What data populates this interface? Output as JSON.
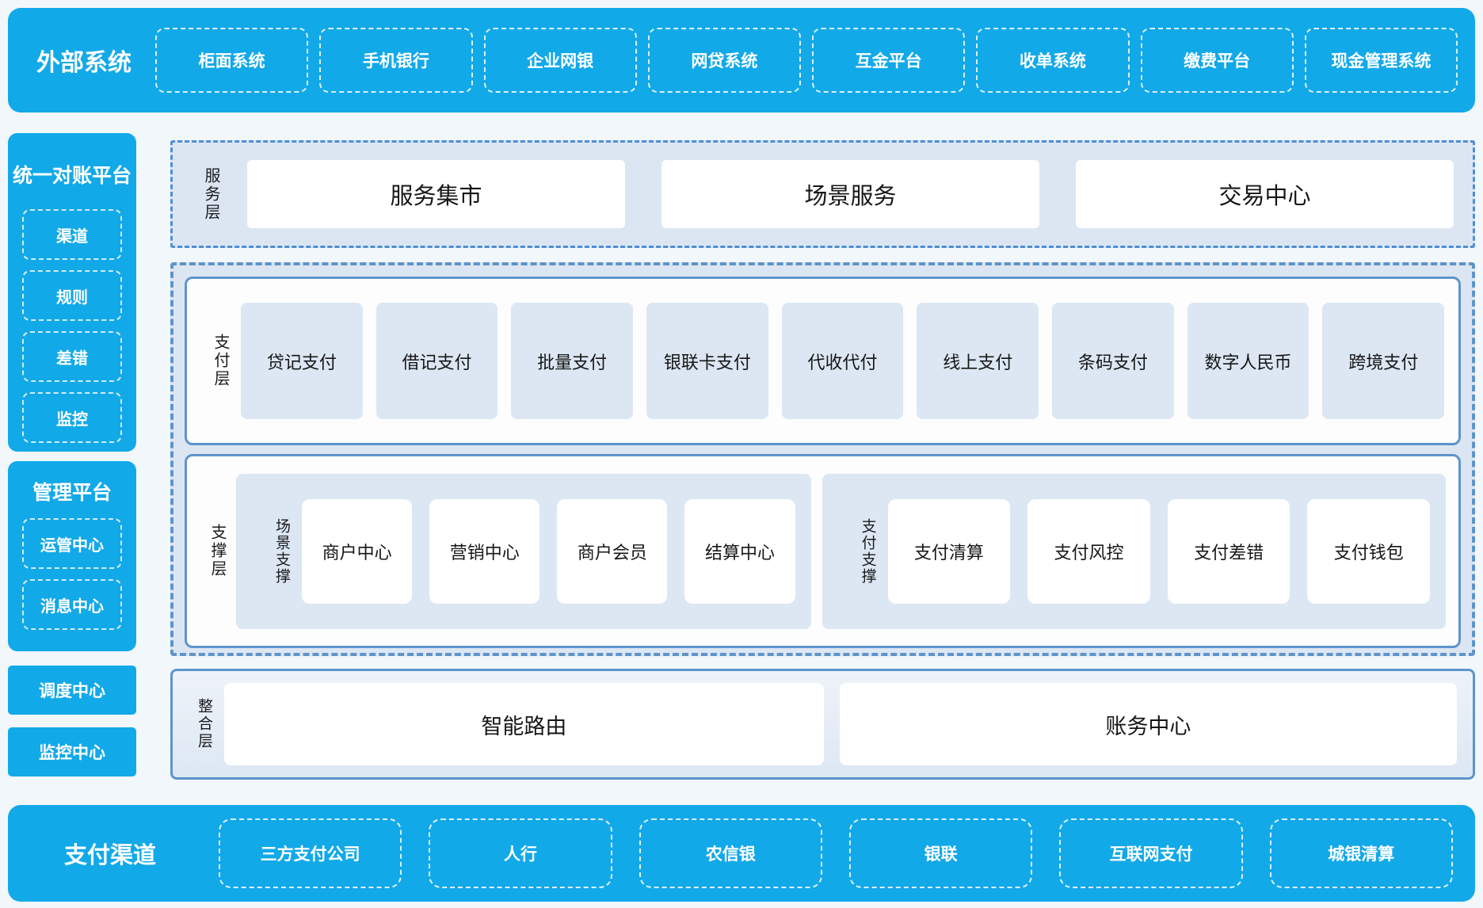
{
  "colors": {
    "accent_blue": "#12A9E9",
    "panel_border_blue": "#5E94CB",
    "service_border_blue": "#4D8FD6",
    "light_panel_bg": "#DCE6F3",
    "light_box_bg": "#DCE7F3"
  },
  "top_bar": {
    "title": "外部系统",
    "items": [
      "柜面系统",
      "手机银行",
      "企业网银",
      "网贷系统",
      "互金平台",
      "收单系统",
      "缴费平台",
      "现金管理系统"
    ]
  },
  "sidebar": {
    "reconciliation_platform": {
      "title": "统一对账平台",
      "items": [
        "渠道",
        "规则",
        "差错",
        "监控"
      ]
    },
    "management_platform": {
      "title": "管理平台",
      "items": [
        "运管中心",
        "消息中心"
      ]
    },
    "scheduling_center": "调度中心",
    "monitoring_center": "监控中心"
  },
  "main": {
    "service_layer": {
      "label": "服务层",
      "items": [
        "服务集市",
        "场景服务",
        "交易中心"
      ]
    },
    "payment_layer": {
      "label": "支付层",
      "items": [
        "贷记支付",
        "借记支付",
        "批量支付",
        "银联卡支付",
        "代收代付",
        "线上支付",
        "条码支付",
        "数字人民币",
        "跨境支付"
      ]
    },
    "support_layer": {
      "label": "支撑层",
      "groups": [
        {
          "label": "场景支撑",
          "items": [
            "商户中心",
            "营销中心",
            "商户会员",
            "结算中心"
          ]
        },
        {
          "label": "支付支撑",
          "items": [
            "支付清算",
            "支付风控",
            "支付差错",
            "支付钱包"
          ]
        }
      ]
    },
    "integration_layer": {
      "label": "整合层",
      "items": [
        "智能路由",
        "账务中心"
      ]
    }
  },
  "bottom_bar": {
    "title": "支付渠道",
    "items": [
      "三方支付公司",
      "人行",
      "农信银",
      "银联",
      "互联网支付",
      "城银清算"
    ]
  }
}
